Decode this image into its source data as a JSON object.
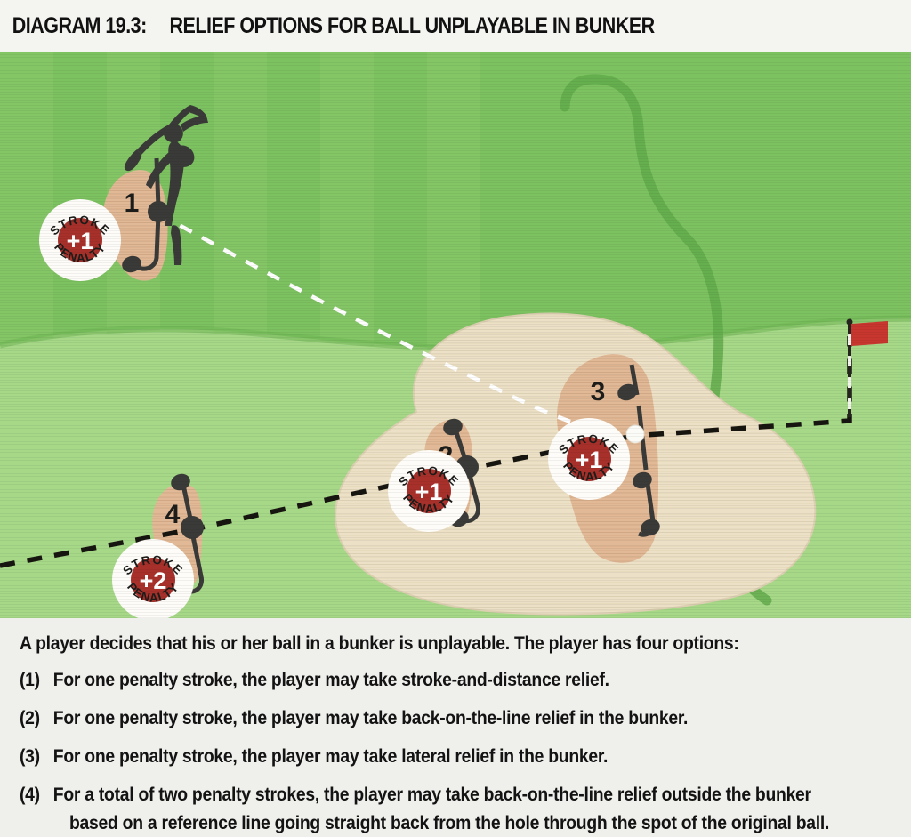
{
  "header": {
    "label": "DIAGRAM 19.3:",
    "title": "RELIEF OPTIONS FOR BALL UNPLAYABLE IN BUNKER"
  },
  "diagram": {
    "alt": "Golf hole illustration showing a bunker with four relief options",
    "colors": {
      "fairway_dark": "#7cc260",
      "fairway_light": "#a6d888",
      "stripe": "#8ecb6f",
      "rough_edge": "#63ab4c",
      "sand": "#ece0c6",
      "relief_area": "#e2b996",
      "marker_black": "#3a3a38",
      "badge_red": "#a8302a",
      "badge_white": "#fdfcf8",
      "flag_red": "#c8372f",
      "ball_white": "#fbfbf7"
    },
    "ball": {
      "name": "original-ball",
      "label": ""
    },
    "flag": {
      "name": "hole-flagstick",
      "label": ""
    },
    "player": {
      "name": "golfer-silhouette",
      "label": ""
    },
    "lines": [
      {
        "name": "stroke-and-distance-line",
        "style": "white-dashed"
      },
      {
        "name": "reference-line-to-hole",
        "style": "black-dashed"
      }
    ],
    "relief_markers": [
      {
        "id": "1",
        "label": "1",
        "penalty": "+1",
        "area": "tee-fairway",
        "name": "relief-option-1"
      },
      {
        "id": "2",
        "label": "2",
        "penalty": "+1",
        "area": "bunker",
        "name": "relief-option-2"
      },
      {
        "id": "3",
        "label": "3",
        "penalty": "+1",
        "area": "bunker",
        "name": "relief-option-3"
      },
      {
        "id": "4",
        "label": "4",
        "penalty": "+2",
        "area": "outside-bunker",
        "name": "relief-option-4"
      }
    ],
    "badges": [
      {
        "id": "badge-1",
        "top": "STROKE",
        "value": "+1",
        "bottom": "PENALTY"
      },
      {
        "id": "badge-2",
        "top": "STROKE",
        "value": "+1",
        "bottom": "PENALTY"
      },
      {
        "id": "badge-3",
        "top": "STROKE",
        "value": "+1",
        "bottom": "PENALTY"
      },
      {
        "id": "badge-4",
        "top": "STROKE",
        "value": "+2",
        "bottom": "PENALTY"
      }
    ]
  },
  "caption": {
    "intro_a": "A player decides that his or her ball in a bunker is unplayable. The player has ",
    "intro_bold": "four options",
    "intro_b": ":",
    "options": [
      {
        "num": "(1)",
        "text": "For one penalty stroke, the player may take stroke-and-distance relief."
      },
      {
        "num": "(2)",
        "text": "For one penalty stroke, the player may take back-on-the-line relief in the bunker."
      },
      {
        "num": "(3)",
        "text": "For one penalty stroke, the player may take lateral relief in the bunker."
      },
      {
        "num": "(4)",
        "text": "For a total of two penalty strokes, the player may take back-on-the-line relief outside the bunker"
      }
    ],
    "option4_line2": "based on a reference line going straight back from the hole through the spot of the original ball."
  }
}
